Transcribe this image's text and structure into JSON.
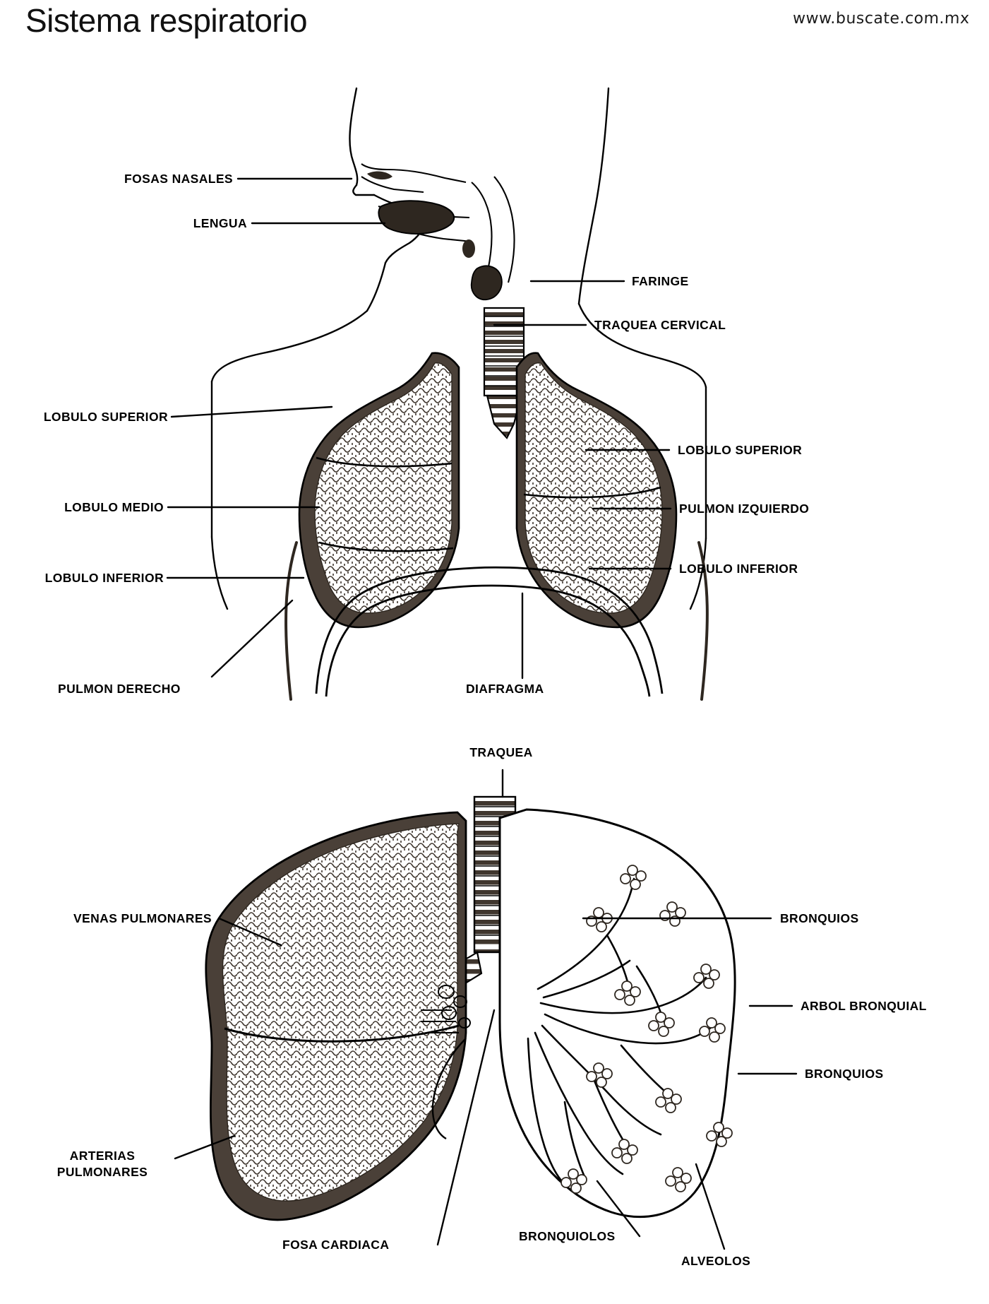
{
  "header": {
    "title": "Sistema respiratorio",
    "watermark": "www.buscate.com.mx"
  },
  "diagram_upper": {
    "name": "upper-respiratory-thorax-diagram",
    "labels_left": [
      {
        "id": "fosas-nasales",
        "text": "FOSAS NASALES"
      },
      {
        "id": "lengua",
        "text": "LENGUA"
      },
      {
        "id": "lobulo-superior-d",
        "text": "LOBULO SUPERIOR"
      },
      {
        "id": "lobulo-medio",
        "text": "LOBULO MEDIO"
      },
      {
        "id": "lobulo-inferior-d",
        "text": "LOBULO INFERIOR"
      },
      {
        "id": "pulmon-derecho",
        "text": "PULMON DERECHO"
      }
    ],
    "labels_right": [
      {
        "id": "faringe",
        "text": "FARINGE"
      },
      {
        "id": "traquea-cervical",
        "text": "TRAQUEA CERVICAL"
      },
      {
        "id": "lobulo-superior-i",
        "text": "LOBULO SUPERIOR"
      },
      {
        "id": "pulmon-izquierdo",
        "text": "PULMON IZQUIERDO"
      },
      {
        "id": "lobulo-inferior-i",
        "text": "LOBULO INFERIOR"
      }
    ],
    "labels_bottom": [
      {
        "id": "diafragma",
        "text": "DIAFRAGMA"
      }
    ]
  },
  "diagram_lower": {
    "name": "lungs-bronchial-tree-diagram",
    "labels_top": [
      {
        "id": "traquea",
        "text": "TRAQUEA"
      }
    ],
    "labels_left": [
      {
        "id": "venas-pulmonares",
        "text": "VENAS PULMONARES"
      },
      {
        "id": "arterias-pulmonares-l1",
        "text": "ARTERIAS"
      },
      {
        "id": "arterias-pulmonares-l2",
        "text": "PULMONARES"
      }
    ],
    "labels_right": [
      {
        "id": "bronquios-sup",
        "text": "BRONQUIOS"
      },
      {
        "id": "arbol-bronquial",
        "text": "ARBOL BRONQUIAL"
      },
      {
        "id": "bronquios-inf",
        "text": "BRONQUIOS"
      }
    ],
    "labels_bottom": [
      {
        "id": "fosa-cardiaca",
        "text": "FOSA CARDIACA"
      },
      {
        "id": "bronquiolos",
        "text": "BRONQUIOLOS"
      },
      {
        "id": "alveolos",
        "text": "ALVEOLOS"
      }
    ]
  },
  "colors": {
    "ink": "#000000",
    "tissue_dark": "#4a4038",
    "paper": "#ffffff"
  }
}
